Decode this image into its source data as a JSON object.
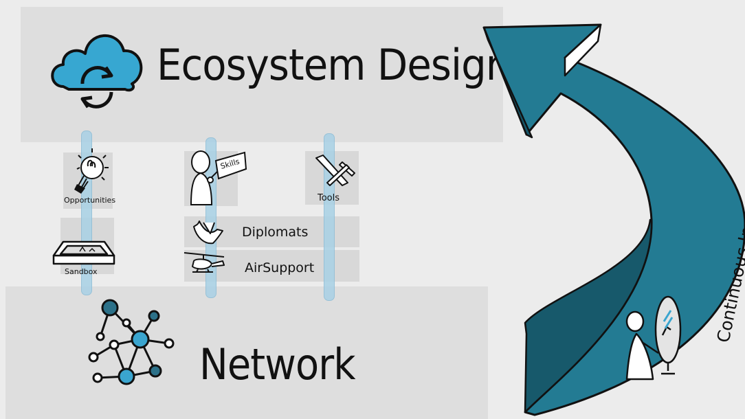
{
  "header": {
    "title": "Ecosystem Design"
  },
  "footer": {
    "title": "Network"
  },
  "pillars": {
    "left": {
      "opportunities": "Opportunities",
      "sandbox": "Sandbox"
    },
    "middle": {
      "skills": "Skills",
      "diplomats": "Diplomats",
      "air_support": "AirSupport"
    },
    "right": {
      "tools": "Tools"
    }
  },
  "loop_arrow": {
    "label": "Continuous Improvement"
  },
  "colors": {
    "accent": "#2a7891",
    "light_blue": "#3aa5cf",
    "pillar": "#a8d1e6"
  },
  "icons": [
    "cloud-sync-icon",
    "lightbulb-icon",
    "sandbox-icon",
    "person-with-sign-icon",
    "tools-icon",
    "dove-icon",
    "helicopter-icon",
    "network-graph-icon",
    "person-mirror-icon"
  ]
}
